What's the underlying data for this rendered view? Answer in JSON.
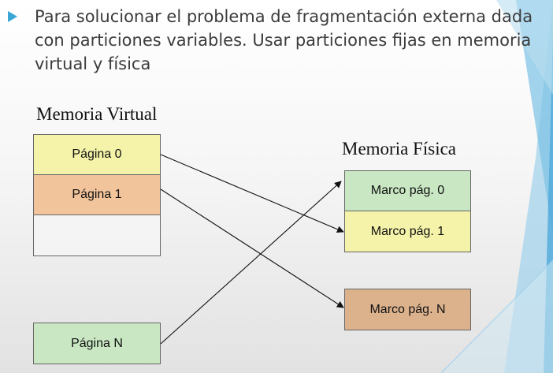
{
  "bullet": {
    "text": "Para solucionar el problema de fragmentación externa dada con particiones variables. Usar particiones fijas en memoria virtual y física"
  },
  "virtual_memory": {
    "title": "Memoria Virtual",
    "pages": [
      "Página 0",
      "Página 1",
      "Página N"
    ]
  },
  "physical_memory": {
    "title": "Memoria Física",
    "frames": [
      "Marco pág. 0",
      "Marco pág. 1",
      "Marco pág. N"
    ]
  },
  "mappings": [
    {
      "from": "Página 0",
      "to": "Marco pág. 1"
    },
    {
      "from": "Página 1",
      "to": "Marco pág. N"
    },
    {
      "from": "Página N",
      "to": "Marco pág. 0"
    }
  ],
  "colors": {
    "bullet_accent": "#3aa6d6",
    "page_yellow": "#f4f3a9",
    "page_orange": "#f2c49c",
    "page_green": "#c8e7c2",
    "frame_brown": "#dcb28d"
  }
}
